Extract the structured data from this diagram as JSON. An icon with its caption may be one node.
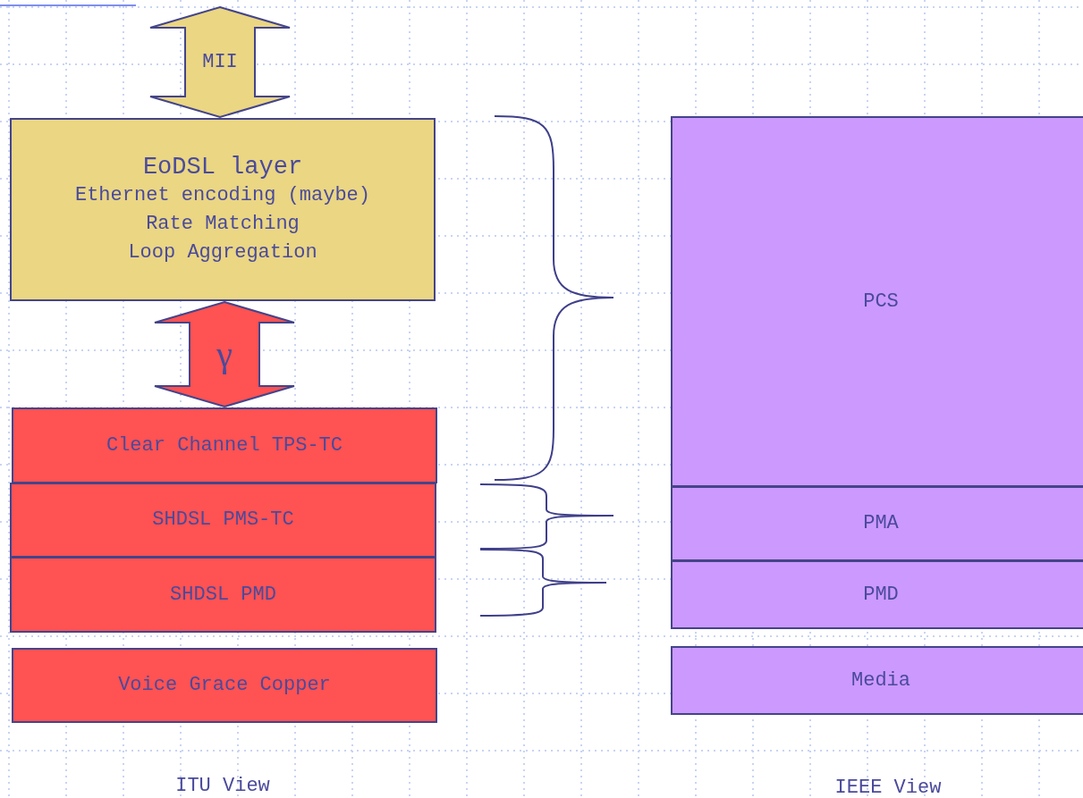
{
  "diagram": {
    "nodes": [
      {
        "text": [
          "EoDSL layer",
          "Ethernet encoding (maybe)",
          "Rate Matching",
          "Loop Aggregation"
        ]
      },
      {
        "text": [
          "Clear Channel TPS-TC"
        ]
      },
      {
        "text": [
          "SHDSL PMS-TC"
        ]
      },
      {
        "text": [
          "SHDSL PMD"
        ]
      },
      {
        "text": [
          "Voice Grace Copper"
        ]
      },
      {
        "text": [
          "PCS"
        ]
      },
      {
        "text": [
          "PMA"
        ]
      },
      {
        "text": [
          "PMD"
        ]
      },
      {
        "text": [
          "Media"
        ]
      }
    ],
    "edges": [
      {
        "from": null,
        "to": 0,
        "arrow": "both",
        "label": "MII"
      },
      {
        "from": 0,
        "to": 1,
        "arrow": "both",
        "label": "γ"
      }
    ],
    "labels": [
      "ITU View",
      "IEEE View"
    ]
  }
}
